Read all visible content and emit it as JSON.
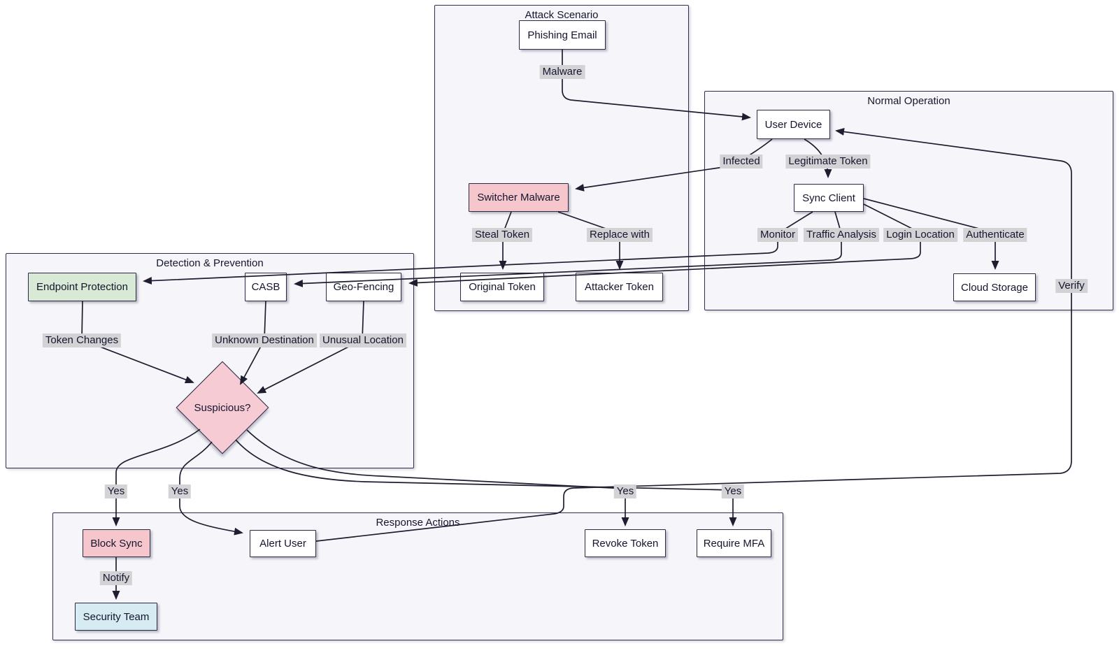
{
  "diagram": {
    "type": "flowchart",
    "subgraphs": [
      {
        "id": "attack-scenario",
        "title": "Attack Scenario"
      },
      {
        "id": "normal-operation",
        "title": "Normal Operation"
      },
      {
        "id": "detection-prevention",
        "title": "Detection & Prevention"
      },
      {
        "id": "response-actions",
        "title": "Response Actions"
      }
    ],
    "nodes": {
      "phishing_email": {
        "label": "Phishing Email",
        "subgraph": "attack-scenario",
        "style": "default"
      },
      "switcher_malware": {
        "label": "Switcher Malware",
        "subgraph": "attack-scenario",
        "style": "malicious"
      },
      "original_token": {
        "label": "Original Token",
        "subgraph": "attack-scenario",
        "style": "default"
      },
      "attacker_token": {
        "label": "Attacker Token",
        "subgraph": "attack-scenario",
        "style": "default"
      },
      "user_device": {
        "label": "User Device",
        "subgraph": "normal-operation",
        "style": "default"
      },
      "sync_client": {
        "label": "Sync Client",
        "subgraph": "normal-operation",
        "style": "default"
      },
      "cloud_storage": {
        "label": "Cloud Storage",
        "subgraph": "normal-operation",
        "style": "default"
      },
      "endpoint_protection": {
        "label": "Endpoint Protection",
        "subgraph": "detection-prevention",
        "style": "safe"
      },
      "casb": {
        "label": "CASB",
        "subgraph": "detection-prevention",
        "style": "default"
      },
      "geo_fencing": {
        "label": "Geo-Fencing",
        "subgraph": "detection-prevention",
        "style": "default"
      },
      "suspicious": {
        "label": "Suspicious?",
        "subgraph": "detection-prevention",
        "style": "decision"
      },
      "block_sync": {
        "label": "Block Sync",
        "subgraph": "response-actions",
        "style": "malicious"
      },
      "alert_user": {
        "label": "Alert User",
        "subgraph": "response-actions",
        "style": "default"
      },
      "revoke_token": {
        "label": "Revoke Token",
        "subgraph": "response-actions",
        "style": "default"
      },
      "require_mfa": {
        "label": "Require MFA",
        "subgraph": "response-actions",
        "style": "default"
      },
      "security_team": {
        "label": "Security Team",
        "subgraph": "response-actions",
        "style": "team"
      }
    },
    "edges": [
      {
        "from": "Phishing Email",
        "to": "User Device",
        "label": "Malware"
      },
      {
        "from": "User Device",
        "to": "Switcher Malware",
        "label": "Infected"
      },
      {
        "from": "User Device",
        "to": "Sync Client",
        "label": "Legitimate Token"
      },
      {
        "from": "Sync Client",
        "to": "Endpoint Protection",
        "label": "Monitor"
      },
      {
        "from": "Sync Client",
        "to": "CASB",
        "label": "Traffic Analysis"
      },
      {
        "from": "Sync Client",
        "to": "Geo-Fencing",
        "label": "Login Location"
      },
      {
        "from": "Sync Client",
        "to": "Cloud Storage",
        "label": "Authenticate"
      },
      {
        "from": "Switcher Malware",
        "to": "Original Token",
        "label": "Steal Token"
      },
      {
        "from": "Switcher Malware",
        "to": "Attacker Token",
        "label": "Replace with"
      },
      {
        "from": "Endpoint Protection",
        "to": "Suspicious?",
        "label": "Token Changes"
      },
      {
        "from": "CASB",
        "to": "Suspicious?",
        "label": "Unknown Destination"
      },
      {
        "from": "Geo-Fencing",
        "to": "Suspicious?",
        "label": "Unusual Location"
      },
      {
        "from": "Suspicious?",
        "to": "Block Sync",
        "label": "Yes"
      },
      {
        "from": "Suspicious?",
        "to": "Alert User",
        "label": "Yes"
      },
      {
        "from": "Suspicious?",
        "to": "Revoke Token",
        "label": "Yes"
      },
      {
        "from": "Suspicious?",
        "to": "Require MFA",
        "label": "Yes"
      },
      {
        "from": "Block Sync",
        "to": "Security Team",
        "label": "Notify"
      },
      {
        "from": "Alert User",
        "to": "User Device",
        "label": "Verify"
      }
    ],
    "colors": {
      "node_fill": "#ffffff",
      "node_border": "#2a2a45",
      "malicious_fill": "#f5c6cb",
      "decision_fill": "#f7cbd4",
      "safe_fill": "#d8ead6",
      "team_fill": "#d7ecf2",
      "subgraph_fill": "#f6f6fa",
      "subgraph_border": "#2f2f52",
      "edge_color": "#1e1e30",
      "edge_label_bg": "#d3d3d6",
      "text_color": "#15152d"
    }
  }
}
